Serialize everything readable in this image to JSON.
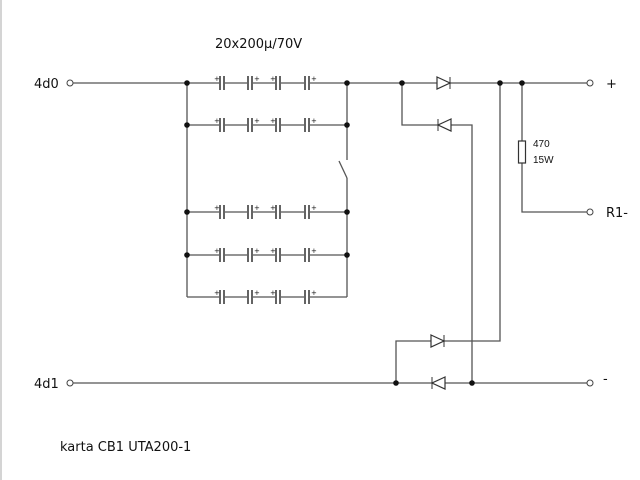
{
  "title": "20x200μ/70V",
  "terminals": {
    "in_top": "4d0",
    "in_bottom": "4d1",
    "out_plus": "+",
    "out_minus": "-",
    "out_r1": "R1-"
  },
  "resistor": {
    "value": "470",
    "power": "15W"
  },
  "capacitor_polarity_mark": "+",
  "footer": "karta CB1 UTA200-1"
}
